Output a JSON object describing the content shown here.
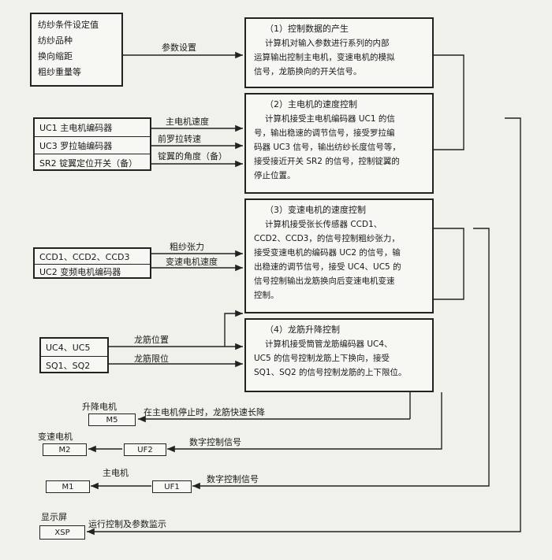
{
  "inputs": {
    "box1": [
      "纺纱条件设定值",
      "纺纱品种",
      "换向缩距",
      "粗纱重量等"
    ],
    "box2": [
      "UC1 主电机编码器",
      "UC3 罗拉轴编码器",
      "SR2 锭翼定位开关（备）"
    ],
    "box3": [
      "CCD1、CCD2、CCD3",
      "UC2 变频电机编码器"
    ],
    "box4": [
      "UC4、UC5",
      "SQ1、SQ2"
    ]
  },
  "arrow_labels": {
    "param_set": "参数设置",
    "main_speed": "主电机速度",
    "front_roller": "前罗拉转速",
    "flyer_angle": "锭翼的角度（备）",
    "roving_tension": "粗纱张力",
    "var_motor_speed": "变速电机速度",
    "bobbin_pos": "龙筋位置",
    "bobbin_limit": "龙筋限位",
    "stop_fast": "在主电机停止时，龙筋快速长降",
    "digital1": "数字控制信号",
    "digital2": "数字控制信号",
    "run_ctrl": "运行控制及参数监示"
  },
  "processes": [
    {
      "title": "（1）控制数据的产生",
      "lines": [
        "计算机对输入参数进行系列的内部",
        "运算输出控制主电机，变速电机的模拟",
        "信号，龙筋换向的开关信号。"
      ]
    },
    {
      "title": "（2）主电机的速度控制",
      "lines": [
        "计算机接受主电机编码器 UC1 的信",
        "号，输出稳速的调节信号，接受罗拉编",
        "码器 UC3 信号，输出纺纱长度信号等，",
        "接受接近开关 SR2 的信号，控制锭翼的",
        "停止位置。"
      ]
    },
    {
      "title": "（3）变速电机的速度控制",
      "lines": [
        "计算机接受张长传感器 CCD1、",
        "CCD2、CCD3，的信号控制粗纱张力，",
        "接受变速电机的编码器 UC2 的信号，输",
        "出稳速的调节信号，接受 UC4、UC5 的",
        "信号控制输出龙筋换向后变速电机变速",
        "控制。"
      ]
    },
    {
      "title": "（4）龙筋升降控制",
      "lines": [
        "计算机接受筒管龙筋编码器 UC4、",
        "UC5 的信号控制龙筋上下换向，接受",
        "SQ1、SQ2 的信号控制龙筋的上下限位。"
      ]
    }
  ],
  "devices": {
    "lift_motor": {
      "name": "升降电机",
      "code": "M5"
    },
    "var_motor": {
      "name": "变速电机",
      "code": "M2"
    },
    "uf2": "UF2",
    "main_motor": {
      "name": "主电机",
      "code": "M1"
    },
    "uf1": "UF1",
    "display": {
      "name": "显示屏",
      "code": "XSP"
    }
  }
}
